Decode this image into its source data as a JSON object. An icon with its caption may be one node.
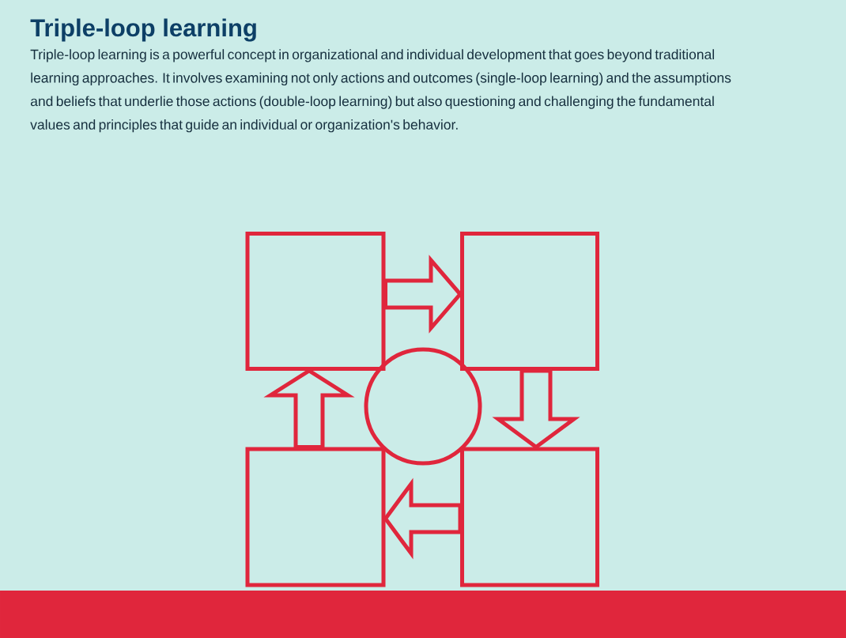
{
  "diagram": {
    "title": "Triple-loop learning",
    "nodes": [
      {
        "text": [],
        "shape": "box"
      },
      {
        "text": [],
        "shape": "box"
      },
      {
        "text": [],
        "shape": "circle"
      },
      {
        "text": [],
        "shape": "box"
      },
      {
        "text": [],
        "shape": "box"
      }
    ],
    "edges": [
      {
        "from": 0,
        "to": 1,
        "arrow": "to"
      },
      {
        "from": 1,
        "to": 4,
        "arrow": "to"
      },
      {
        "from": 4,
        "to": 3,
        "arrow": "to"
      },
      {
        "from": 3,
        "to": 0,
        "arrow": "to"
      }
    ],
    "labels": [
      "Triple-loop learning is a powerful concept in organizational and individual development that goes beyond traditional learning approaches. It involves examining not only actions and outcomes (single-loop learning) and the assumptions and beliefs that underlie those actions (double-loop learning) but also questioning and challenging the fundamental values and principles that guide an individual or organization's behavior."
    ]
  }
}
